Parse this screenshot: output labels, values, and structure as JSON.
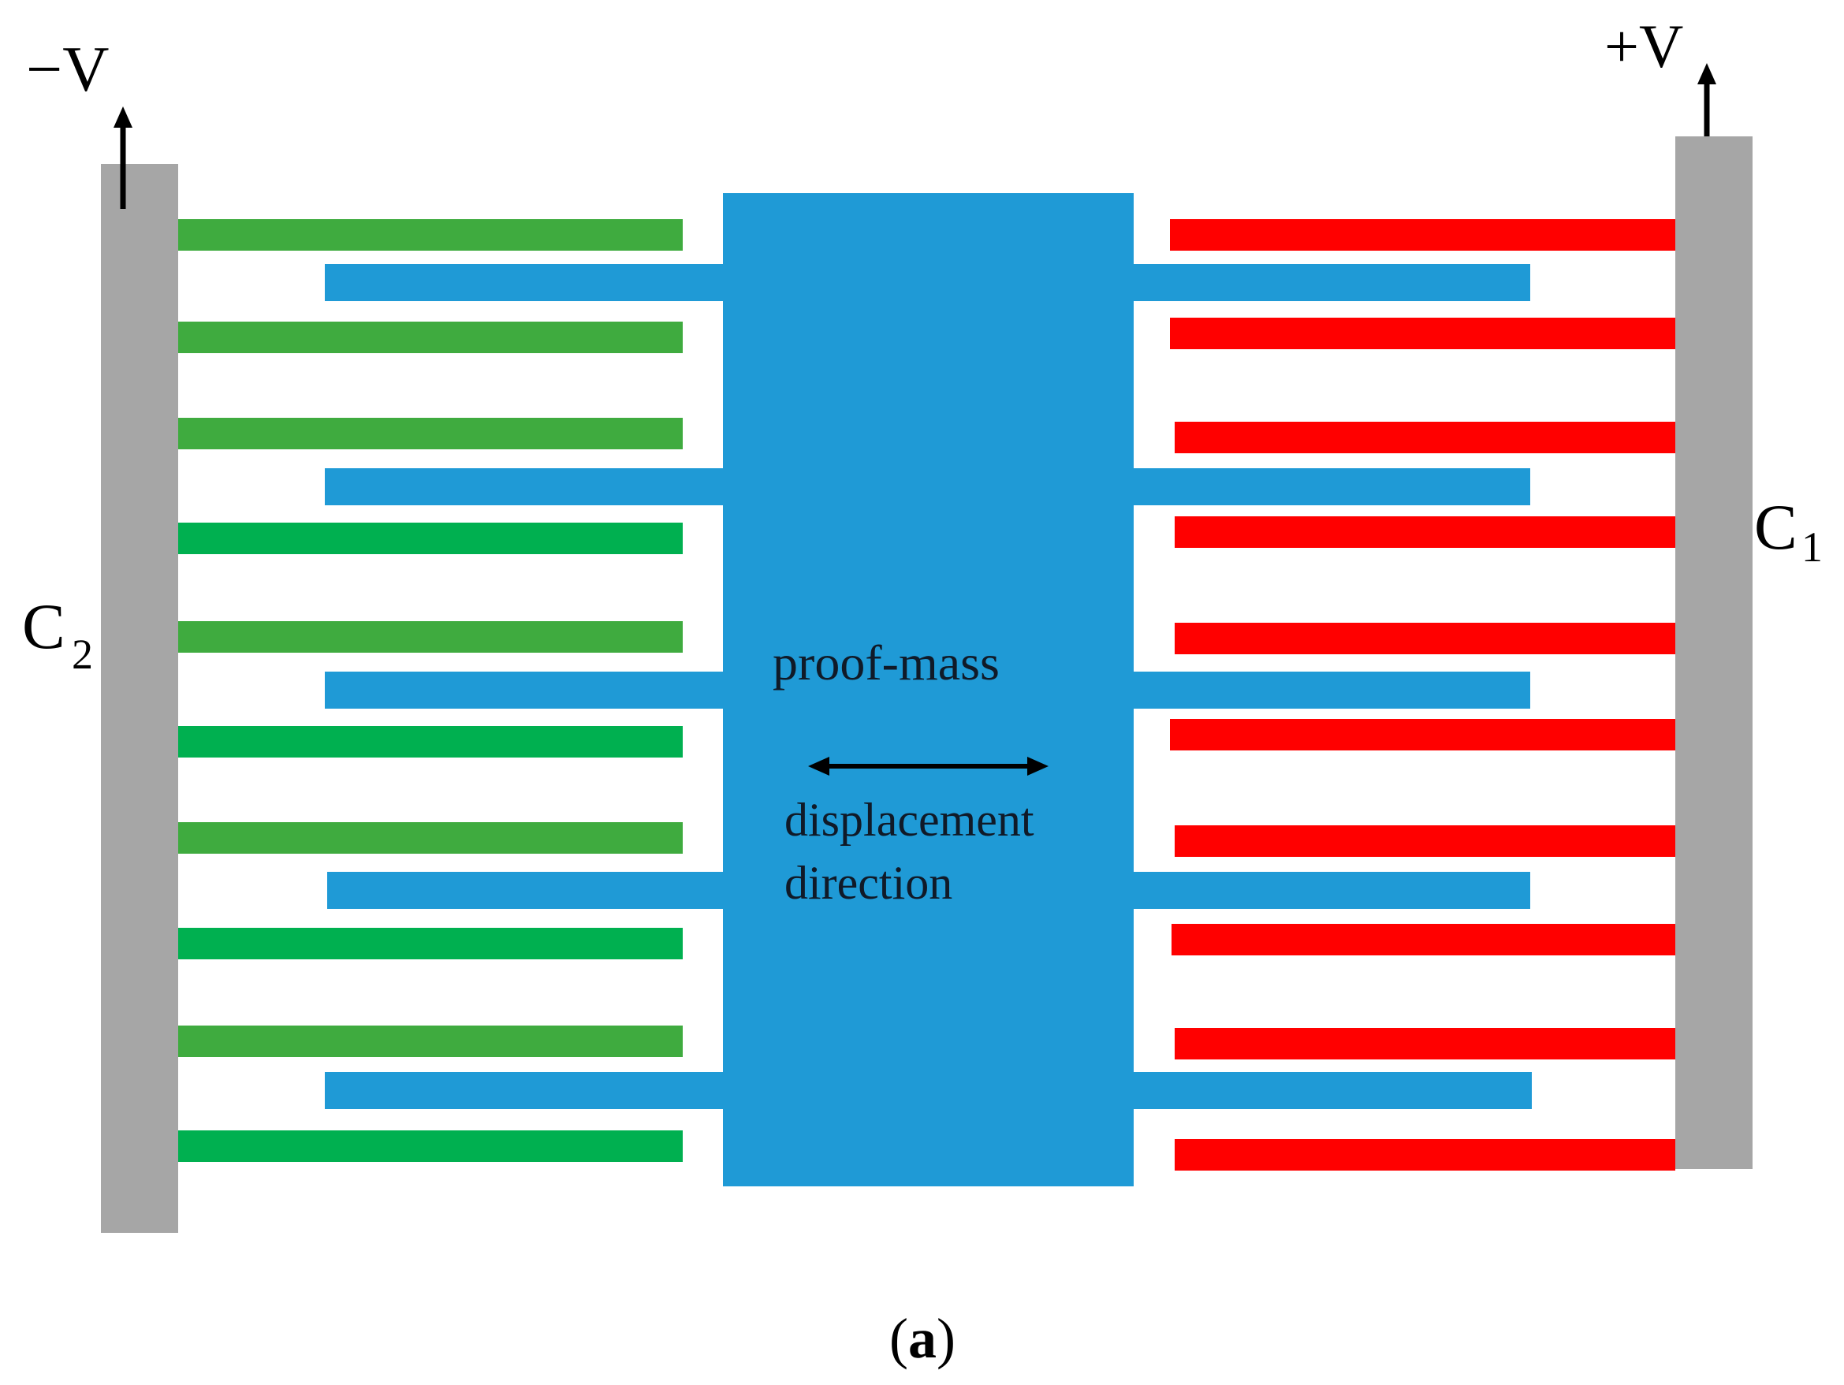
{
  "labels": {
    "minus_v": "−V",
    "plus_v": "+V",
    "c1_letter": "C",
    "c1_sub": "1",
    "c2_letter": "C",
    "c2_sub": "2",
    "proof_mass": "proof-mass",
    "displacement_line1": "displacement",
    "displacement_line2": "direction",
    "caption_open": "(",
    "caption_letter": "a",
    "caption_close": ")"
  },
  "colors": {
    "left_fingers": "#3fab3f",
    "left_fingers_alt": "#00b050",
    "right_fingers": "#ff0000",
    "proof_mass": "#1f9ad6",
    "anchors": "#a6a6a6",
    "arrows": "#000000"
  }
}
